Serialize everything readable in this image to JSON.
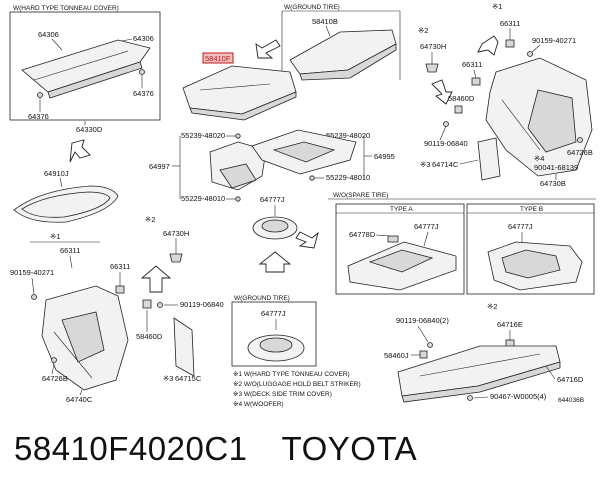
{
  "boxes": {
    "hard_tonneau": "W(HARD TYPE TONNEAU COVER)",
    "ground_tire_top": "W(GROUND TIRE)",
    "spare_tire": "W/O(SPARE TIRE)",
    "type_a": "TYPE A",
    "type_b": "TYPE B",
    "ground_tire_bottom": "W(GROUND TIRE)"
  },
  "highlight_label": "58410F",
  "labels": {
    "p64306_a": "64306",
    "p64306_b": "64306",
    "p64376_a": "64376",
    "p64376_b": "64376",
    "p64330D": "64330D",
    "p58410B": "58410B",
    "m1_top": "※1",
    "p66311_tr": "66311",
    "m2_top": "※2",
    "p64730H_tr": "64730H",
    "p90159_tr": "90159-40271",
    "p66311_tr2": "66311",
    "p58460D_tr": "58460D",
    "p90119_tr": "90119-06840",
    "m3_tr": "※3",
    "p64714C": "64714C",
    "m4_tr": "※4",
    "p90041": "90041-68139",
    "p64726B_tr": "64726B",
    "p64730B": "64730B",
    "p55239_l": "55239-48020",
    "p55239_r": "55239-48020",
    "p64997": "64997",
    "p64995": "64995",
    "p55229_l": "55229-48010",
    "p55229_r": "55229-48010",
    "p64910J": "64910J",
    "p64777J_mid": "64777J",
    "p64778D": "64778D",
    "p64777J_a": "64777J",
    "p64777J_b": "64777J",
    "m2_left": "※2",
    "p64730H_l": "64730H",
    "m1_left": "※1",
    "p66311_l": "66311",
    "p90159_l": "90159-40271",
    "p66311_l2": "66311",
    "p90119_l": "90119-06840",
    "p58460D_l": "58460D",
    "p64726B_l": "64726B",
    "m3_l": "※3",
    "p64715C": "64715C",
    "p64740C": "64740C",
    "p64777J_bot": "64777J",
    "p90119_br": "90119-06840(2)",
    "m2_br": "※2",
    "p64716E": "64716E",
    "p58460J": "58460J",
    "p64716D": "64716D",
    "p90467": "90467-W0005(4)",
    "diag_code": "644036B"
  },
  "notes": [
    "※1 W(HARD TYPE TONNEAU COVER)",
    "※2 W/O(LUGGAGE HOLD BELT STRIKER)",
    "※3 W(DECK SIDE TRIM COVER)",
    "※4 W(WOOFER)"
  ],
  "footer": {
    "part_number": "58410F4020C1",
    "brand": "TOYOTA"
  }
}
